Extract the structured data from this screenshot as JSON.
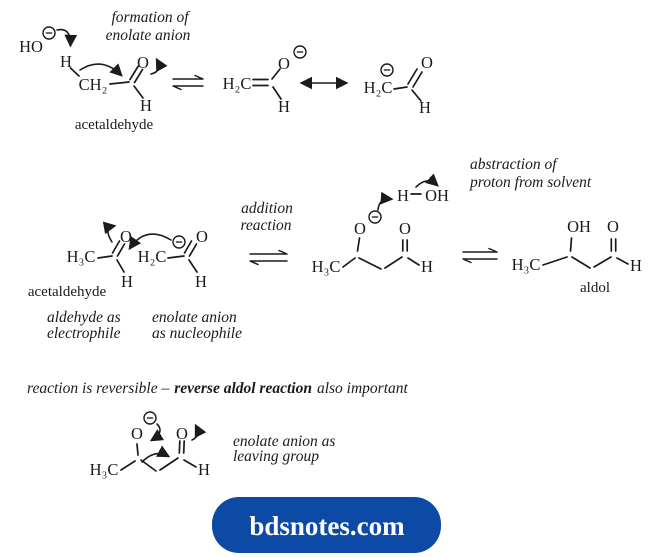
{
  "colors": {
    "ink": "#1b1b1b",
    "banner_bg": "#0d4aa5",
    "banner_text": "#ffffff"
  },
  "step1": {
    "caption_line1": "formation of",
    "caption_line2": "enolate anion",
    "hydroxide": "HO",
    "alpha_h": "H",
    "methylene": "CH₂",
    "carbonyl_o": "O",
    "formyl_h": "H",
    "molecule_label": "acetaldehyde",
    "enolate": {
      "h2c": "H₂C",
      "o": "O",
      "h": "H"
    },
    "carbanion": {
      "h2c": "H₂C",
      "o": "O",
      "h": "H"
    }
  },
  "step2": {
    "caption_line1": "addition",
    "caption_line2": "reaction",
    "electrophile_caption_line1": "aldehyde as",
    "electrophile_caption_line2": "electrophile",
    "nucleophile_caption_line1": "enolate anion",
    "nucleophile_caption_line2": "as nucleophile",
    "solvent_caption_line1": "abstraction of",
    "solvent_caption_line2": "proton from solvent",
    "acetaldehyde": {
      "h3c": "H₃C",
      "o": "O",
      "h": "H",
      "label": "acetaldehyde"
    },
    "enolate": {
      "h2c": "H₂C",
      "o": "O",
      "h": "H"
    },
    "water": {
      "h": "H",
      "oh": "OH"
    },
    "alkoxide": {
      "h3c": "H₃C",
      "o": "O",
      "carbonyl_o": "O",
      "h": "H"
    },
    "aldol": {
      "h3c": "H₃C",
      "oh": "OH",
      "o": "O",
      "h": "H",
      "label": "aldol"
    }
  },
  "step3": {
    "note_part1": "reaction is reversible –",
    "note_part2": "reverse aldol reaction",
    "note_part3": "also important",
    "alkoxide": {
      "h3c": "H₃C",
      "o": "O",
      "carbonyl_o": "O",
      "h": "H"
    },
    "caption_line1": "enolate anion as",
    "caption_line2": "leaving group"
  },
  "banner": {
    "label": "bdsnotes.com"
  }
}
